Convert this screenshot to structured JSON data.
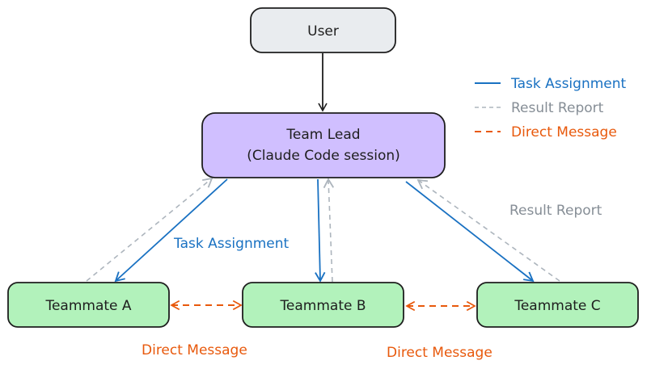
{
  "nodes": {
    "user": "User",
    "team_lead_line1": "Team Lead",
    "team_lead_line2": "(Claude Code session)",
    "teammate_a": "Teammate A",
    "teammate_b": "Teammate B",
    "teammate_c": "Teammate C"
  },
  "legend": {
    "task_assignment": "Task Assignment",
    "result_report": "Result Report",
    "direct_message": "Direct Message"
  },
  "edge_labels": {
    "task_assignment": "Task Assignment",
    "result_report": "Result Report",
    "direct_message_ab": "Direct Message",
    "direct_message_bc": "Direct Message"
  },
  "colors": {
    "user_fill": "#e9ecef",
    "lead_fill": "#d0bfff",
    "teammate_fill": "#b2f2bb",
    "task_assignment": "#1971c2",
    "result_report": "#adb5bd",
    "direct_message": "#e8590c"
  }
}
